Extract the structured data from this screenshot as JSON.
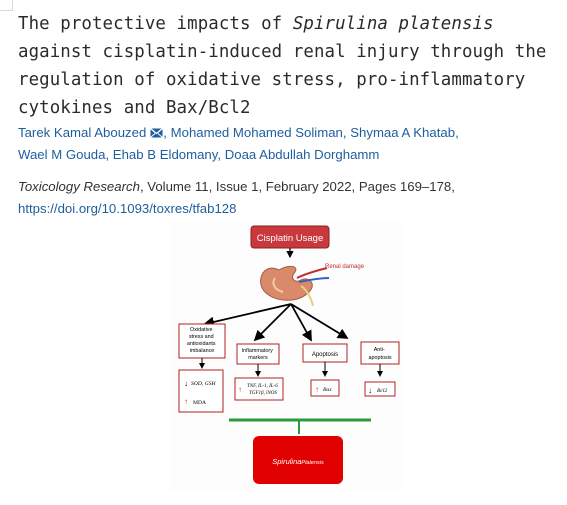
{
  "article": {
    "title_part1": "The protective impacts of ",
    "title_species": "Spirulina platensis",
    "title_part2": " against cisplatin-induced renal injury through the regulation of oxidative stress, pro-inflammatory cytokines and Bax/Bcl2",
    "authors": [
      {
        "name": "Tarek Kamal Abouzed",
        "corresponding": true,
        "sep": ", "
      },
      {
        "name": "Mohamed Mohamed Soliman",
        "sep": ", "
      },
      {
        "name": "Shymaa A Khatab",
        "sep": ","
      },
      {
        "name": "Wael M Gouda",
        "sep": ", "
      },
      {
        "name": "Ehab B Eldomany",
        "sep": ", "
      },
      {
        "name": "Doaa Abdullah Dorghamm",
        "sep": ""
      }
    ],
    "journal": "Toxicology Research",
    "citation_rest": ", Volume 11, Issue 1, February 2022, Pages 169–178,",
    "doi": "https://doi.org/10.1093/toxres/tfab128"
  },
  "graphical_abstract": {
    "cisplatin": "Cisplatin Usage",
    "renal_damage": "Renal damage",
    "oxidative": [
      "Oxidative",
      "stress and",
      "antioxidants",
      "imbalance"
    ],
    "inflammatory": [
      "Inflammatory",
      "markers"
    ],
    "apoptosis": "Apoptosis",
    "anti_apoptosis": [
      "Anti-",
      "apoptosis"
    ],
    "oxidative_result": [
      "SOD, GSH",
      "MDA"
    ],
    "inflammatory_result": [
      "TNF, IL-1, IL-6",
      "TGF1β, iNOS"
    ],
    "bax": "Bax",
    "bcl2": "Bcl2",
    "spirulina_genus": "Spirulina",
    "spirulina_species": "Platensis",
    "colors": {
      "box_red": "#c8383d",
      "box_dark_red": "#e10000",
      "outline_red": "#b02020",
      "green": "#2a9a3a",
      "arrow_up_red": "#c0392b"
    }
  }
}
